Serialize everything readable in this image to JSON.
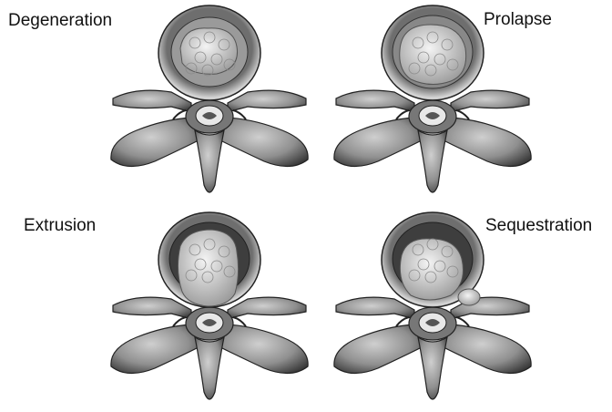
{
  "panels": [
    {
      "label": "Degeneration",
      "stage": "degeneration"
    },
    {
      "label": "Prolapse",
      "stage": "prolapse"
    },
    {
      "label": "Extrusion",
      "stage": "extrusion"
    },
    {
      "label": "Sequestration",
      "stage": "sequestration"
    }
  ]
}
